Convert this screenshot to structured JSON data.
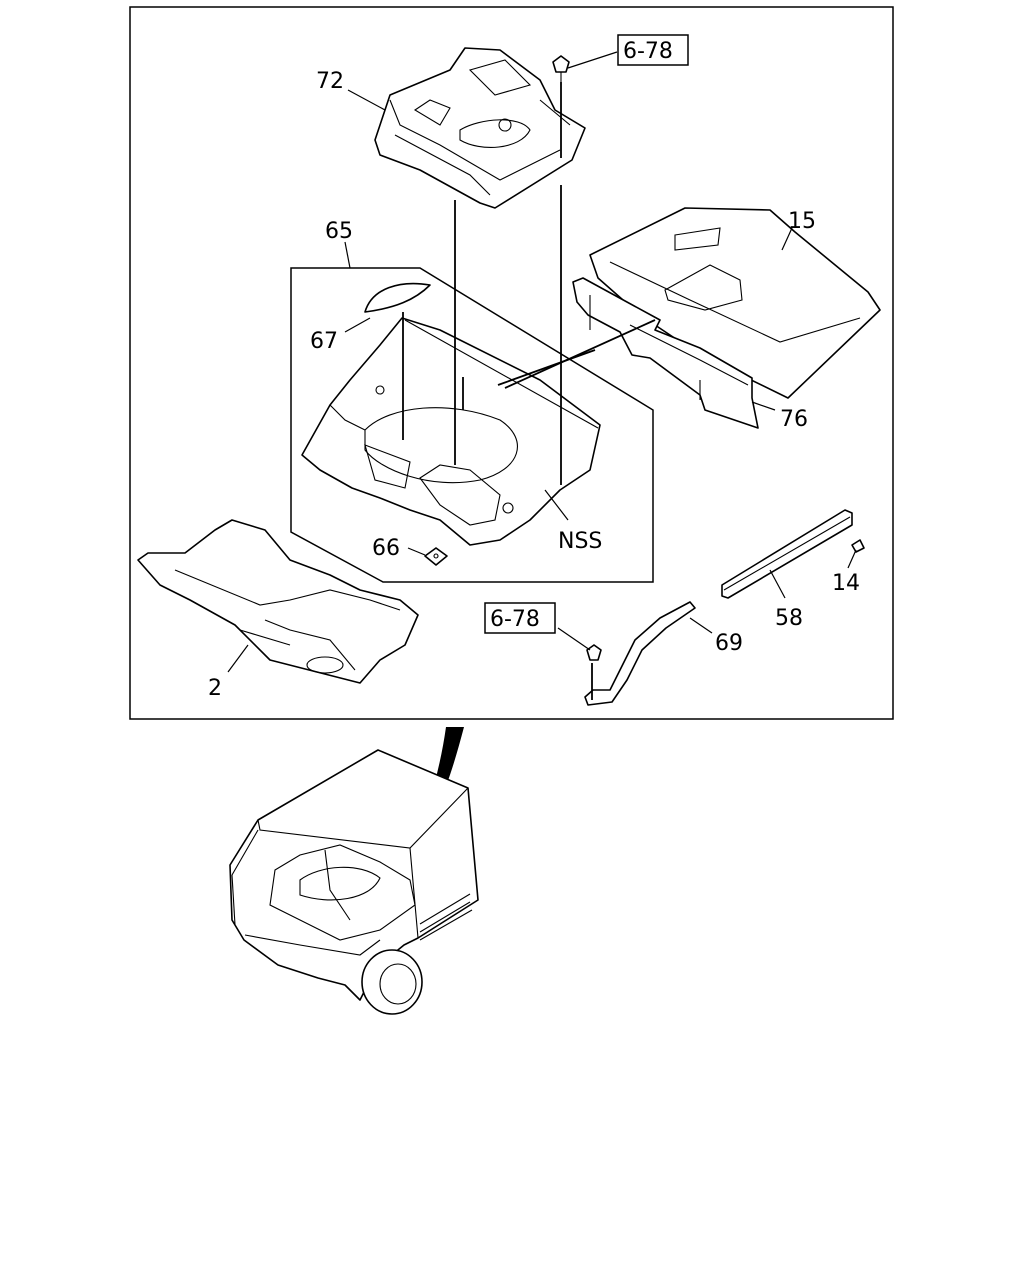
{
  "callouts": {
    "ref_top": "6-78",
    "ref_bottom": "6-78",
    "p72": "72",
    "p65": "65",
    "p67": "67",
    "p15": "15",
    "p76": "76",
    "p66": "66",
    "nss": "NSS",
    "p14": "14",
    "p58": "58",
    "p69": "69",
    "p2": "2"
  }
}
